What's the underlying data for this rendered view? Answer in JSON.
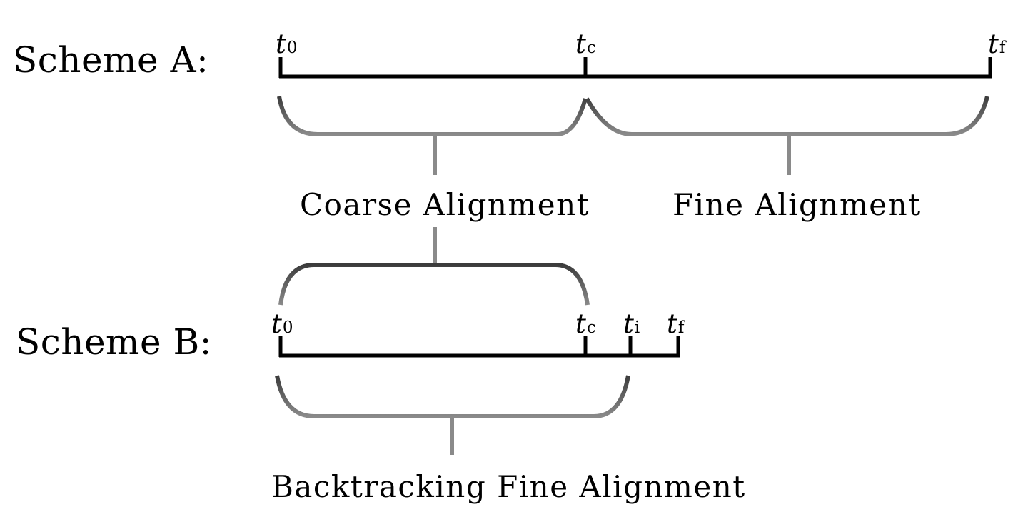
{
  "colors": {
    "timeline": "#000000",
    "brace_gradient_start": "#3c3c3c",
    "brace_gradient_end": "#8a8a8a",
    "brace_stem": "#8a8a8a",
    "text": "#000000"
  },
  "scheme_a": {
    "label": "Scheme A:",
    "ticks": [
      {
        "base": "t",
        "sub": "0"
      },
      {
        "base": "t",
        "sub": "c"
      },
      {
        "base": "t",
        "sub": "f"
      }
    ],
    "phases": [
      {
        "label": "Coarse Alignment"
      },
      {
        "label": "Fine Alignment"
      }
    ]
  },
  "scheme_b": {
    "label": "Scheme B:",
    "ticks": [
      {
        "base": "t",
        "sub": "0"
      },
      {
        "base": "t",
        "sub": "c"
      },
      {
        "base": "t",
        "sub": "i"
      },
      {
        "base": "t",
        "sub": "f"
      }
    ],
    "phases": [
      {
        "label": "Backtracking Fine Alignment"
      }
    ]
  }
}
